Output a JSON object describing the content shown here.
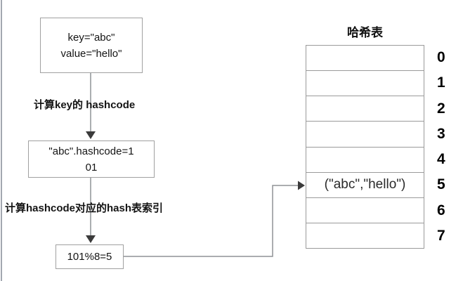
{
  "flow": {
    "box1_line1": "key=\"abc\"",
    "box1_line2": "value=\"hello\"",
    "step1_label": "计算key的 hashcode",
    "box2_line1": "\"abc\".hashcode=1",
    "box2_line2": "01",
    "step2_label": "计算hashcode对应的hash表索引",
    "box3_text": "101%8=5"
  },
  "hash_table": {
    "title": "哈希表",
    "rows": [
      {
        "index": "0",
        "value": ""
      },
      {
        "index": "1",
        "value": ""
      },
      {
        "index": "2",
        "value": ""
      },
      {
        "index": "3",
        "value": ""
      },
      {
        "index": "4",
        "value": ""
      },
      {
        "index": "5",
        "value": "(\"abc\",\"hello\")"
      },
      {
        "index": "6",
        "value": ""
      },
      {
        "index": "7",
        "value": ""
      }
    ]
  },
  "colors": {
    "connector_line": "#8f9296",
    "arrowhead": "#3b3b3b",
    "box_border": "#a0a0a0",
    "table_border": "#9a9a9a",
    "text": "#141414",
    "window_edge": "#a2a7b0"
  }
}
